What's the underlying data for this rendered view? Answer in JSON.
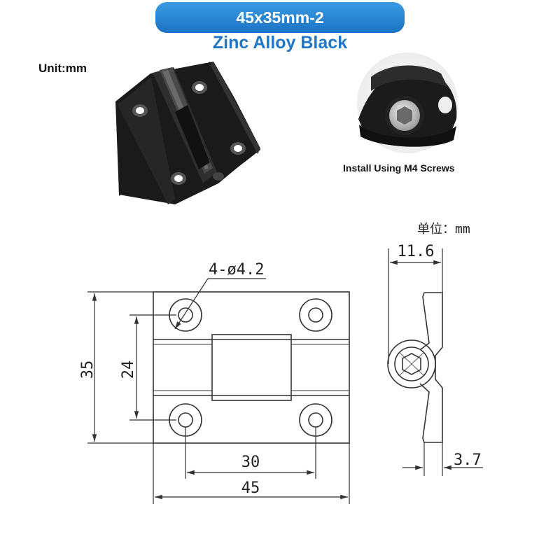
{
  "header": {
    "model": "45x35mm-2",
    "material": "Zinc Alloy Black"
  },
  "photo": {
    "unit_label": "Unit:mm",
    "install_caption": "Install Using M4 Screws"
  },
  "drawing": {
    "unit_label_cn": "单位：mm",
    "hole_callout": "4-ø4.2",
    "height_overall": "35",
    "hole_spacing_vertical": "24",
    "hole_spacing_horizontal": "30",
    "width_overall": "45",
    "side_depth": "11.6",
    "plate_thickness": "3.7"
  },
  "colors": {
    "banner": "#2a87d6",
    "subtitle": "#2076c7",
    "line": "#333333"
  }
}
